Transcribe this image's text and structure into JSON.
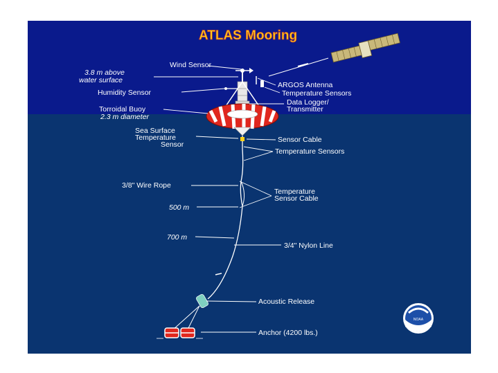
{
  "title": "ATLAS Mooring",
  "labels": {
    "wind_sensor": "Wind Sensor",
    "height_line1": "3.8 m above",
    "height_line2": "water surface",
    "argos_antenna": "ARGOS Antenna",
    "humidity_sensor": "Humidity Sensor",
    "temperature_sensors_top": "Temperature Sensors",
    "data_logger_line1": "Data Logger/",
    "data_logger_line2": "Transmitter",
    "buoy_line1": "Torroidal Buoy",
    "buoy_line2": "2.3 m diameter",
    "sst_line1": "Sea Surface",
    "sst_line2": "Temperature",
    "sst_line3": "Sensor",
    "sensor_cable": "Sensor Cable",
    "temperature_sensors_mid": "Temperature Sensors",
    "wire_rope": "3/8\" Wire Rope",
    "temp_cable_line1": "Temperature",
    "temp_cable_line2": "Sensor Cable",
    "depth_500": "500 m",
    "depth_700": "700 m",
    "nylon_line": "3/4\" Nylon Line",
    "acoustic_release": "Acoustic Release",
    "anchor": "Anchor (4200 lbs.)",
    "noaa_logo_text": "NOAA"
  },
  "colors": {
    "sky": "#0a1a8c",
    "ocean": "#0a3470",
    "title_fill": "#ffd21a",
    "title_stroke": "#c0392b",
    "label": "#ffffff",
    "buoy_red": "#e0271e",
    "buoy_white": "#ffffff",
    "satellite": "#c9b87a"
  },
  "icons": [
    "satellite-icon",
    "buoy-icon",
    "acoustic-release-icon",
    "anchor-icon",
    "noaa-logo-icon"
  ]
}
